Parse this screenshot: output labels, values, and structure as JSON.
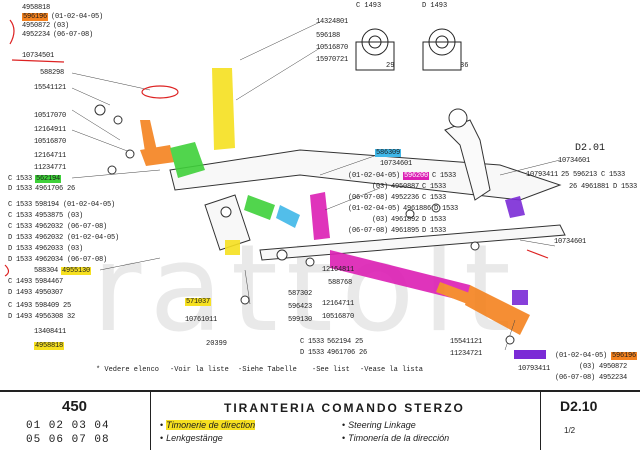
{
  "diagram": {
    "watermark": "rattolt",
    "details": {
      "left": {
        "label": "C 1493",
        "dim": "29"
      },
      "right": {
        "label": "D 1493",
        "dim": "36"
      }
    },
    "sheet_id": "D2.01",
    "stamp_number": "20399",
    "left_top_list": [
      {
        "pn": "4958818",
        "codes": ""
      },
      {
        "pn": "596196",
        "codes": "(01-02-04-05)",
        "hl": "orange"
      },
      {
        "pn": "4950872",
        "codes": "(03)"
      },
      {
        "pn": "4952234",
        "codes": "(06-07-08)"
      },
      {
        "pn": "10734501",
        "codes": ""
      },
      {
        "pn": "588298",
        "codes": ""
      },
      {
        "pn": "15541121",
        "codes": ""
      },
      {
        "pn": "10517070",
        "codes": ""
      },
      {
        "pn": "12164911",
        "codes": ""
      },
      {
        "pn": "10516870",
        "codes": ""
      },
      {
        "pn": "12164711",
        "codes": ""
      },
      {
        "pn": "11234771",
        "codes": ""
      }
    ],
    "left_mid_list": [
      {
        "pn": "C 1533",
        "codes": "562194",
        "hl": "green"
      },
      {
        "pn": "D 1533",
        "codes": "4961706 26"
      },
      {
        "pn": "C 1533",
        "codes": "598194 (01-02-04-05)"
      },
      {
        "pn": "C 1533",
        "codes": "4953875 (03)"
      },
      {
        "pn": "C 1533",
        "codes": "4962032 (06-07-08)"
      },
      {
        "pn": "D 1533",
        "codes": "4962032 (01-02-04-05)"
      },
      {
        "pn": "D 1533",
        "codes": "4962033 (03)"
      },
      {
        "pn": "D 1533",
        "codes": "4962034 (06-07-08)"
      }
    ],
    "left_low_list": [
      {
        "pn": "588304",
        "codes": "4955130",
        "hl2": "yellow"
      },
      {
        "pn": "C 1493",
        "codes": "5984467"
      },
      {
        "pn": "D 1493",
        "codes": "4950307"
      },
      {
        "pn": "C 1493",
        "codes": "598409 25"
      },
      {
        "pn": "D 1493",
        "codes": "4956308 32"
      },
      {
        "pn": "13408411",
        "codes": ""
      },
      {
        "pn": "4958818",
        "codes": "",
        "hl": "yellow"
      }
    ],
    "center_top_list": [
      "14324801",
      "596188",
      "10516870",
      "15970721"
    ],
    "center_low_list": [
      {
        "pn": "571037",
        "hl": "yellow"
      },
      {
        "pn": "10761011",
        "hl": ""
      }
    ],
    "center_low2_list": [
      "587302",
      "596423",
      "599130"
    ],
    "center_low3_list": [
      "12164811",
      "588768",
      "12164711",
      "10516870"
    ],
    "center_bottom_list": [
      {
        "pn": "C 1533",
        "codes": "562194 25"
      },
      {
        "pn": "D 1533",
        "codes": "4961706 26"
      }
    ],
    "mid_right_list": [
      {
        "pn": "586309",
        "hl": "cyan"
      },
      {
        "pn": "10734601",
        "hl": ""
      },
      {
        "pn": "(01-02-04-05)",
        "codes": "596200",
        "hl2": "magenta"
      },
      {
        "pn": "(03)",
        "codes": "4950887"
      },
      {
        "pn": "(06-07-08)",
        "codes": "4952236"
      },
      {
        "pn": "(01-02-04-05)",
        "codes": "4961886"
      },
      {
        "pn": "(03)",
        "codes": "4961892"
      },
      {
        "pn": "(06-07-08)",
        "codes": "4961895"
      }
    ],
    "mid_right_suffix": [
      "C 1533",
      "C 1533",
      "C 1533",
      "D 1533",
      "D 1533",
      "D 1533"
    ],
    "right_list": [
      {
        "pn": "10734601",
        "codes": ""
      },
      {
        "pn": "10793411",
        "codes": "25  596213  C 1533"
      },
      {
        "pn": "",
        "codes": "26  4961881  D 1533"
      }
    ],
    "right_tag": "10734601",
    "right_bottom_list": [
      {
        "pn": "15541121",
        "codes": ""
      },
      {
        "pn": "11234721",
        "codes": ""
      },
      {
        "pn": "",
        "codes": "",
        "hl": "purple"
      },
      {
        "pn": "10793411",
        "codes": ""
      }
    ],
    "right_bottom_codes": [
      {
        "pn": "596196",
        "codes": "(01-02-04-05)",
        "hl": "orange"
      },
      {
        "pn": "4950872",
        "codes": "(03)"
      },
      {
        "pn": "4952234",
        "codes": "(06-07-08)"
      }
    ],
    "see_refs": [
      "* Vedere elenco",
      "-Voir la liste",
      "-Siehe Tabelle",
      "-See list",
      "-Vease la lista"
    ]
  },
  "title_block": {
    "model": "450",
    "versions_row1": "01 02 03 04",
    "versions_row2": "05 06 07 08",
    "title": "TIRANTERIA COMANDO STERZO",
    "fr": "Timonerie de direction",
    "de": "Lenkgestänge",
    "en": "Steering Linkage",
    "es": "Timonería de la dirección",
    "sheet_code": "D2.10",
    "sheet_page": "1/2"
  }
}
